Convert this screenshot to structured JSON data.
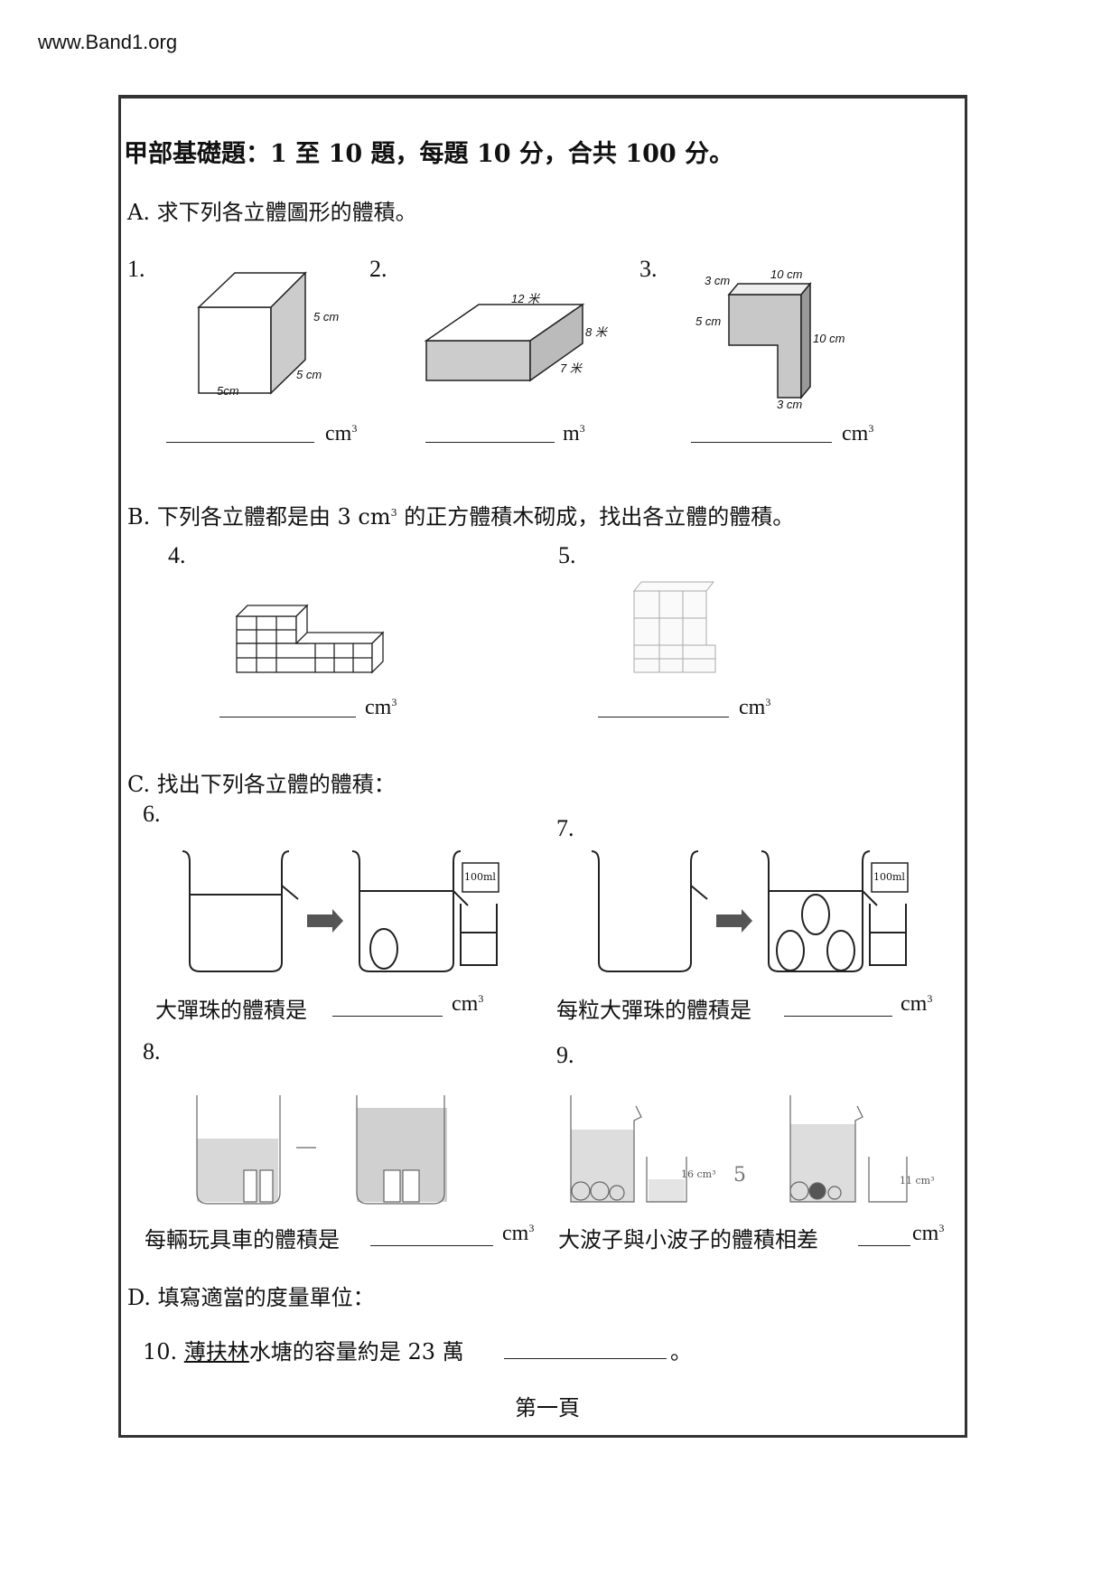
{
  "site": "www.Band1.org",
  "header": "甲部基礎題：1 至 10 題，每題 10 分，合共 100 分。",
  "sectionA": {
    "title": "A.  求下列各立體圖形的體積。",
    "q1": {
      "num": "1.",
      "labels": [
        "5 cm",
        "5 cm",
        "5cm"
      ],
      "unit": "cm",
      "exp": "3"
    },
    "q2": {
      "num": "2.",
      "labels": [
        "12 米",
        "8 米",
        "7 米"
      ],
      "unit": "m",
      "exp": "3"
    },
    "q3": {
      "num": "3.",
      "labels": [
        "3 cm",
        "10 cm",
        "5 cm",
        "10 cm",
        "3 cm"
      ],
      "unit": "cm",
      "exp": "3"
    }
  },
  "sectionB": {
    "title_pre": "B.  下列各立體都是由 3  cm",
    "title_exp": "3",
    "title_post": " 的正方體積木砌成，找出各立體的體積。",
    "q4": {
      "num": "4.",
      "unit": "cm",
      "exp": "3"
    },
    "q5": {
      "num": "5.",
      "unit": "cm",
      "exp": "3"
    }
  },
  "sectionC": {
    "title": "C.  找出下列各立體的體積：",
    "q6": {
      "num": "6.",
      "cyl_label": "100ml",
      "text": "大彈珠的體積是",
      "unit": "cm",
      "exp": "3"
    },
    "q7": {
      "num": "7.",
      "cyl_label": "100ml",
      "text": "每粒大彈珠的體積是",
      "unit": "cm",
      "exp": "3"
    },
    "q8": {
      "num": "8.",
      "text": "每輛玩具車的體積是",
      "unit": "cm",
      "exp": "3"
    },
    "q9": {
      "num": "9.",
      "labels": [
        "16 cm³",
        "5",
        "11 cm³"
      ],
      "text": "大波子與小波子的體積相差",
      "unit": "cm",
      "exp": "3"
    }
  },
  "sectionD": {
    "title": "D.  填寫適當的度量單位：",
    "q10": {
      "num": "10.",
      "place": "薄扶林",
      "text": "水塘的容量約是 23 萬",
      "end": "。"
    }
  },
  "footer": "第一頁"
}
